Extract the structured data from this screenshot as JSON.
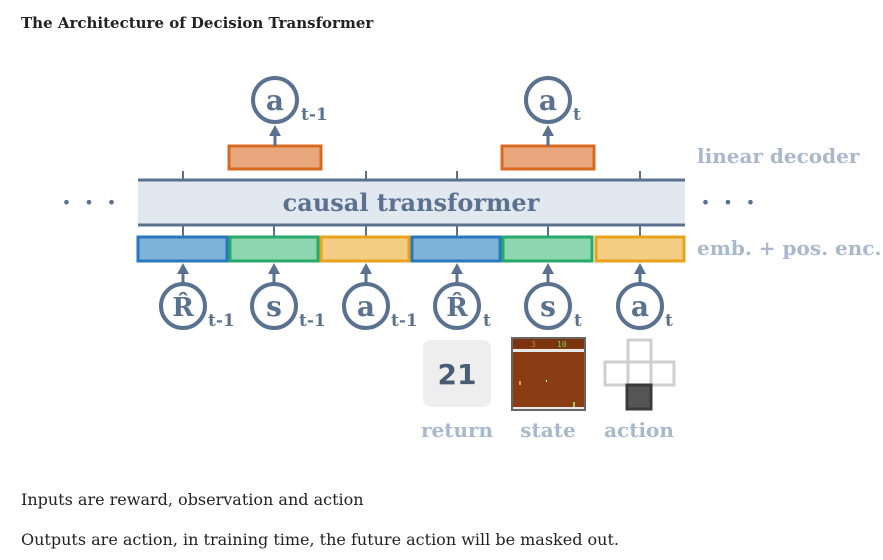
{
  "title": "The Architecture of Decision Transformer",
  "captions": {
    "inputs": "Inputs are reward, observation and action",
    "outputs": "Outputs are action, in training time, the future action will be masked out."
  },
  "diagram": {
    "transformer_label": "causal transformer",
    "decoder_label": "linear decoder",
    "embedding_label": "emb. + pos. enc.",
    "ellipsis": "• • •",
    "outputs": [
      {
        "symbol": "a",
        "sub": "t-1"
      },
      {
        "symbol": "a",
        "sub": "t"
      }
    ],
    "inputs": [
      {
        "symbol": "R̂",
        "sub": "t-1"
      },
      {
        "symbol": "s",
        "sub": "t-1"
      },
      {
        "symbol": "a",
        "sub": "t-1"
      },
      {
        "symbol": "R̂",
        "sub": "t"
      },
      {
        "symbol": "s",
        "sub": "t"
      },
      {
        "symbol": "a",
        "sub": "t"
      }
    ],
    "return_value": "21",
    "state_scores": [
      "3",
      "10"
    ],
    "bottom_labels": [
      "return",
      "state",
      "action"
    ]
  },
  "colors": {
    "steel": "#5b7190",
    "label_light": "#a9b8cc",
    "transformer_fill": "#e1e8f0",
    "decoder_fill": "#e8a67c",
    "decoder_stroke": "#d9691f",
    "blue_fill": "#7fb2d9",
    "blue_stroke": "#2878bd",
    "green_fill": "#8ed6b0",
    "green_stroke": "#27a96a",
    "yellow_fill": "#f3cd84",
    "yellow_stroke": "#e8a21e",
    "state_bg": "#8a3d12"
  }
}
